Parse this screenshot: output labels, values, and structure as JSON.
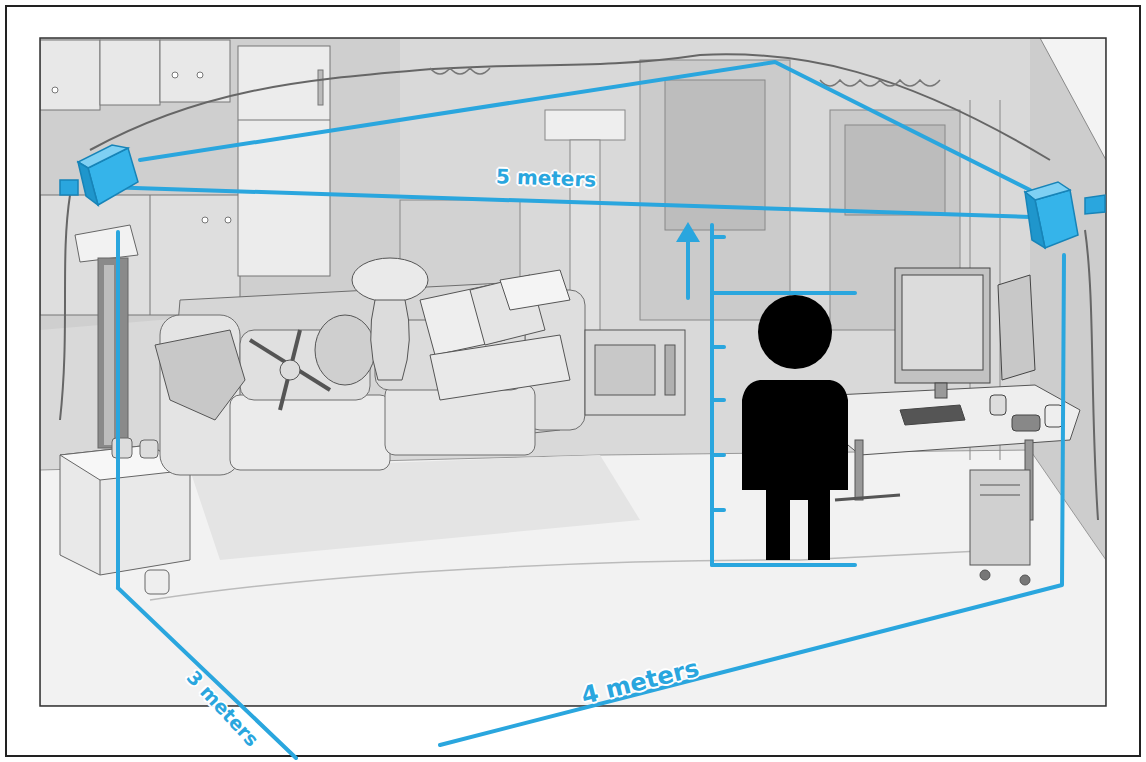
{
  "diagram": {
    "labels": [
      "5 meters",
      "3 meters",
      "4 meters"
    ]
  }
}
